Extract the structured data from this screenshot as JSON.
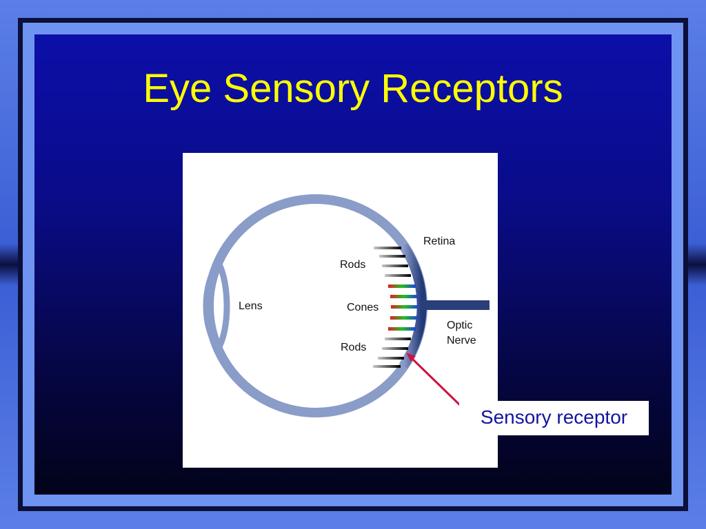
{
  "slide": {
    "title": "Eye Sensory Receptors"
  },
  "diagram": {
    "labels": {
      "retina": "Retina",
      "rods_top": "Rods",
      "lens": "Lens",
      "cones": "Cones",
      "optic_line1": "Optic",
      "optic_line2": "Nerve",
      "rods_bottom": "Rods"
    }
  },
  "callout": {
    "text": "Sensory receptor"
  },
  "colors": {
    "title": "#ffff00",
    "callout_text": "#1414a0",
    "eye_wall": "#8a9cc8",
    "retina": "#2a3f7a",
    "arrow": "#d01040",
    "cone_red": "#e02020",
    "cone_green": "#20c020",
    "cone_blue": "#2040e0"
  }
}
